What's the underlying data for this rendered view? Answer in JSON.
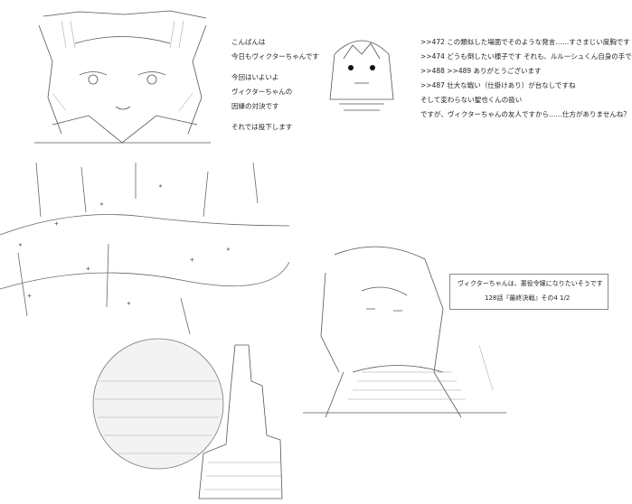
{
  "left_dialogue": [
    "こんばんは",
    "今日もヴィクターちゃんです",
    "今回はいよいよ",
    "ヴィクターちゃんの",
    "因縁の対決です",
    "それでは投下します"
  ],
  "comments": [
    ">>472  この類似した場面でそのような発言……すさまじい度胸です",
    ">>474  どうも倒したい様子です  それも、ルルーシュくん自身の手で",
    ">>488  >>489  ありがとうございます",
    ">>487  壮大な戦い（仕掛けあり）が台なしですね",
    "そして変わらない聖也くんの扱い",
    "ですが、ヴィクターちゃんの友人ですから……仕方がありませんね？"
  ],
  "caption_box": {
    "line1": "ヴィクターちゃんは、悪役令嬢になりたいそうです",
    "line2": "128話『最終決戦』その4  1/2"
  }
}
